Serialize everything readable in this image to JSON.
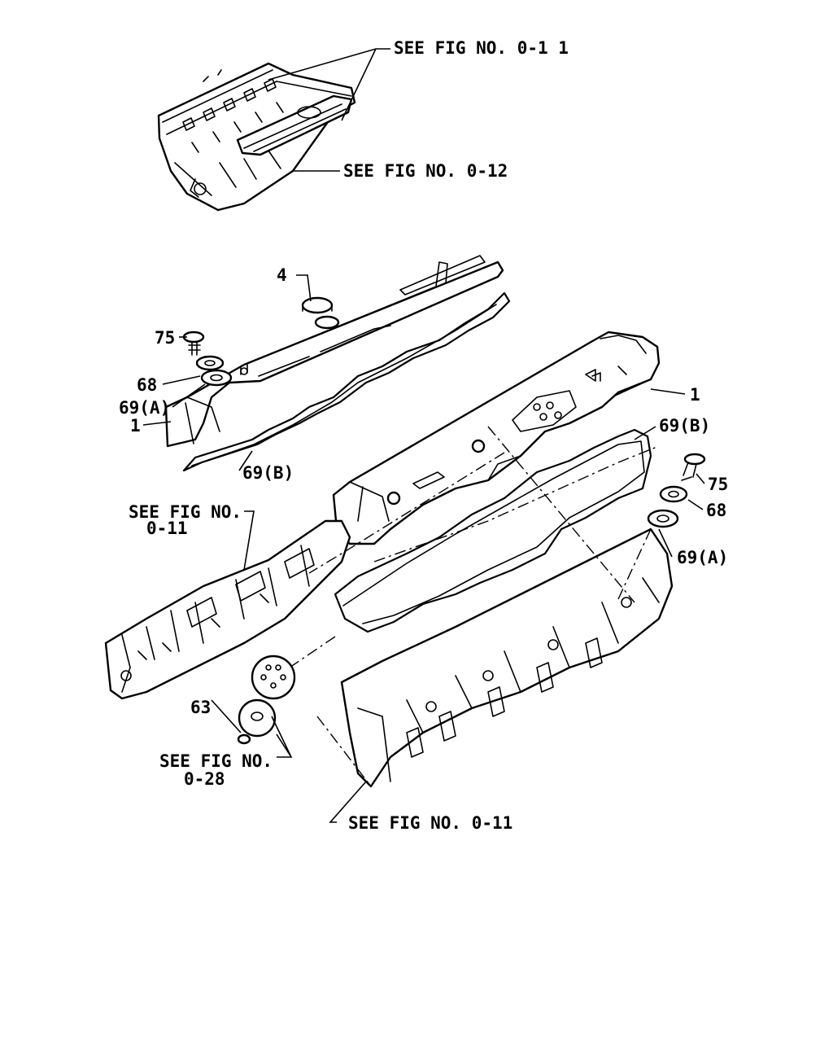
{
  "references": {
    "fig_0_11_top": "SEE FIG NO. 0-1 1",
    "fig_0_12": "SEE FIG NO. 0-12",
    "fig_0_11_left_line1": "SEE FIG NO.",
    "fig_0_11_left_line2": "0-11",
    "fig_0_28_line1": "SEE FIG NO.",
    "fig_0_28_line2": "0-28",
    "fig_0_11_bottom": "SEE FIG NO. 0-11"
  },
  "callouts": {
    "c4": "4",
    "c75_left": "75",
    "c68_left": "68",
    "c69a_left": "69(A)",
    "c1_left": "1",
    "c69b_left": "69(B)",
    "c1_right": "1",
    "c69b_right": "69(B)",
    "c75_right": "75",
    "c68_right": "68",
    "c69a_right": "69(A)",
    "c63": "63"
  }
}
